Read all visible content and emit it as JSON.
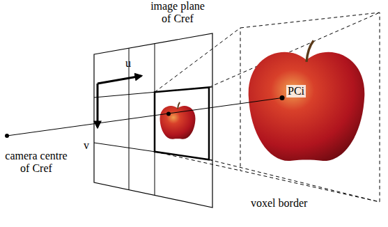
{
  "diagram": {
    "labels": [
      "image plane of Cref",
      "u",
      "v",
      "PCi",
      "voxel border",
      "camera centre of Cref"
    ]
  }
}
